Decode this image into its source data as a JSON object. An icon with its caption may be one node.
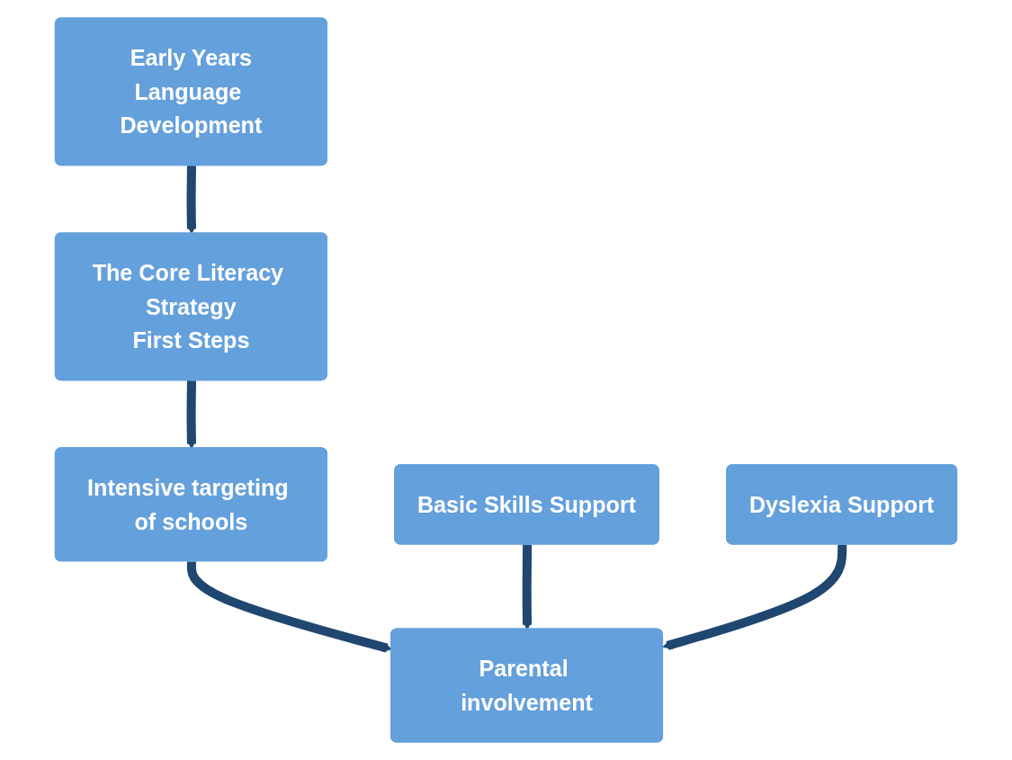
{
  "diagram": {
    "nodes": [
      {
        "text": [
          "Early Years",
          "Language Development"
        ]
      },
      {
        "text": [
          "The Core Literacy Strategy",
          "First Steps"
        ]
      },
      {
        "text": [
          "Intensive targeting of schools"
        ]
      },
      {
        "text": [
          "Basic Skills Support"
        ]
      },
      {
        "text": [
          "Parental involvement"
        ]
      },
      {
        "text": [
          "Dyslexia Support"
        ]
      }
    ],
    "edges": [
      {
        "from": 0,
        "to": 1,
        "arrow": "to"
      },
      {
        "from": 1,
        "to": 2,
        "arrow": "to"
      },
      {
        "from": 2,
        "to": 4,
        "arrow": "to"
      },
      {
        "from": 3,
        "to": 4,
        "arrow": "to"
      },
      {
        "from": 5,
        "to": 4,
        "arrow": "to"
      }
    ]
  }
}
